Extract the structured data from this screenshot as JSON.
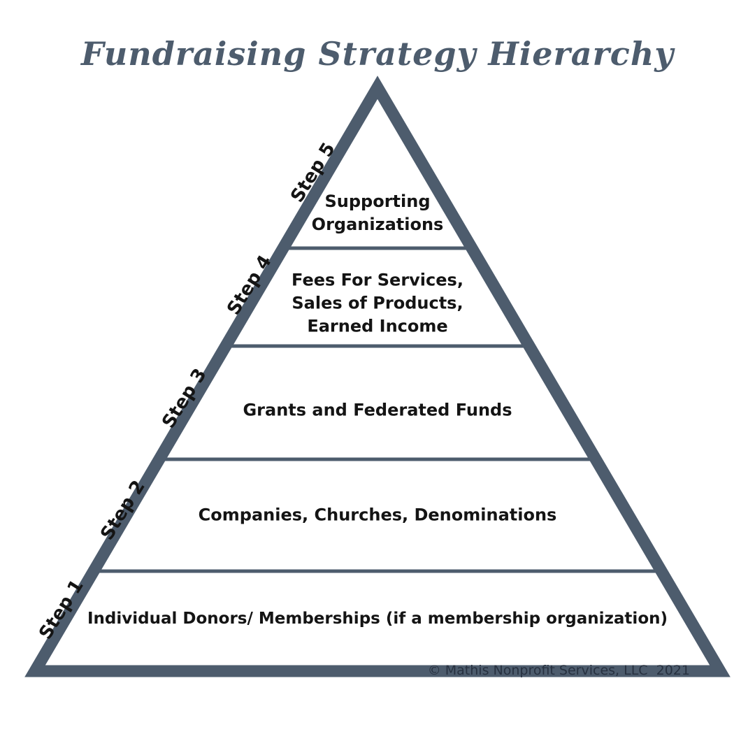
{
  "title": "Fundraising Strategy Hierarchy",
  "levels": [
    {
      "step": "Step 5",
      "label": "Supporting\nOrganizations"
    },
    {
      "step": "Step 4",
      "label": "Fees For Services,\nSales of Products,\nEarned Income"
    },
    {
      "step": "Step 3",
      "label": "Grants and Federated Funds"
    },
    {
      "step": "Step 2",
      "label": "Companies, Churches, Denominations"
    },
    {
      "step": "Step 1",
      "label": "Individual Donors/ Memberships (if a membership organization)"
    }
  ],
  "copyright": "© Mathis Nonprofit Services, LLC  2021",
  "colors": {
    "slate": "#4d5c6d",
    "ink": "#141414",
    "background": "#ffffff",
    "copyright-ink": "#273140"
  }
}
